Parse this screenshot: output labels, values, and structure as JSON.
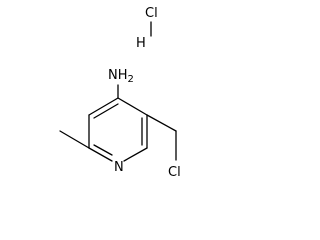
{
  "molecule": {
    "atoms": {
      "hcl_cl": "Cl",
      "hcl_h": "H",
      "amine": "NH",
      "amine_sub": "2",
      "ring_n": "N",
      "chloromethyl_cl": "Cl"
    }
  }
}
